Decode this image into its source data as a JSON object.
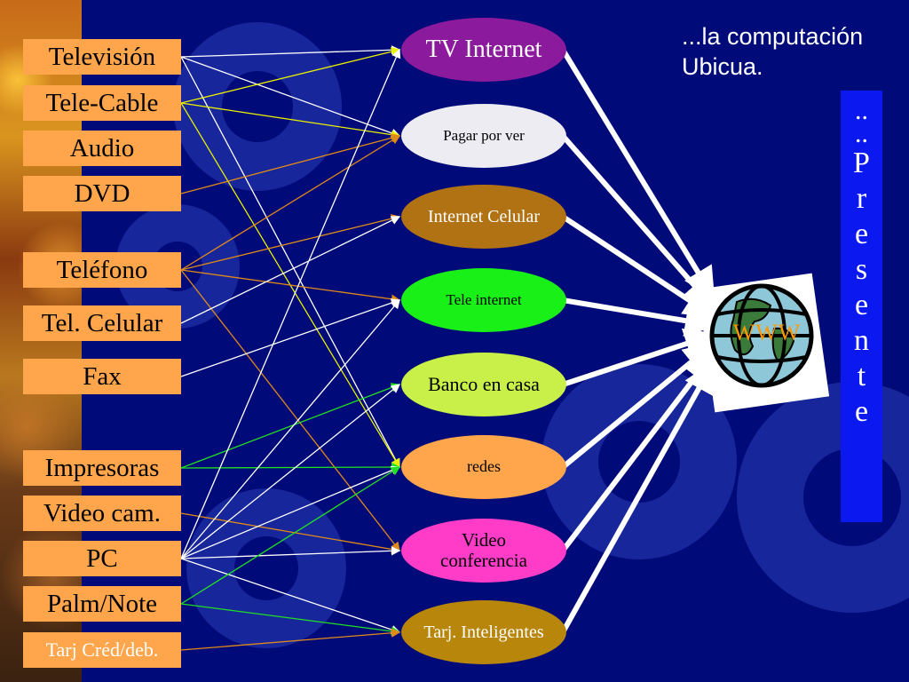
{
  "caption": {
    "line1": "...la computación",
    "line2": "Ubicua."
  },
  "presente": [
    "..",
    "..",
    "P",
    "r",
    "e",
    "s",
    "e",
    "n",
    "t",
    "e"
  ],
  "globe_label": "WWW",
  "sources": [
    {
      "id": "tv",
      "label": "Televisión"
    },
    {
      "id": "cable",
      "label": "Tele-Cable"
    },
    {
      "id": "audio",
      "label": "Audio"
    },
    {
      "id": "dvd",
      "label": "DVD"
    },
    {
      "id": "tel",
      "label": "Teléfono"
    },
    {
      "id": "cel",
      "label": "Tel. Celular"
    },
    {
      "id": "fax",
      "label": "Fax"
    },
    {
      "id": "imp",
      "label": "Impresoras"
    },
    {
      "id": "vcam",
      "label": "Video cam."
    },
    {
      "id": "pc",
      "label": "PC"
    },
    {
      "id": "palm",
      "label": "Palm/Note"
    },
    {
      "id": "tarj",
      "label": "Tarj Créd/deb."
    }
  ],
  "services": [
    {
      "id": "tvi",
      "label": "TV Internet",
      "color": "#8b1a9c",
      "text_color": "#ffffff"
    },
    {
      "id": "ppv",
      "label": "Pagar por ver",
      "color": "#ececf2",
      "text_color": "#000000"
    },
    {
      "id": "icel",
      "label": "Internet Celular",
      "color": "#b07212",
      "text_color": "#ffffff"
    },
    {
      "id": "teli",
      "label": "Tele internet",
      "color": "#18f018",
      "text_color": "#000000"
    },
    {
      "id": "banco",
      "label": "Banco en casa",
      "color": "#c8f048",
      "text_color": "#000000"
    },
    {
      "id": "redes",
      "label": "redes",
      "color": "#ffa64d",
      "text_color": "#000000"
    },
    {
      "id": "video",
      "label": "Video conferencia",
      "color": "#ff3cc8",
      "text_color": "#000000"
    },
    {
      "id": "tarji",
      "label": "Tarj. Inteligentes",
      "color": "#b8860b",
      "text_color": "#ffffff"
    }
  ],
  "connections": [
    {
      "from": "tv",
      "to": "tvi",
      "color": "#ffffff"
    },
    {
      "from": "tv",
      "to": "ppv",
      "color": "#ffffff"
    },
    {
      "from": "tv",
      "to": "redes",
      "color": "#ffffff"
    },
    {
      "from": "cable",
      "to": "tvi",
      "color": "#e8f000"
    },
    {
      "from": "cable",
      "to": "ppv",
      "color": "#e8f000"
    },
    {
      "from": "cable",
      "to": "redes",
      "color": "#e8f000"
    },
    {
      "from": "dvd",
      "to": "ppv",
      "color": "#e08a1a"
    },
    {
      "from": "tel",
      "to": "icel",
      "color": "#e08a1a"
    },
    {
      "from": "tel",
      "to": "teli",
      "color": "#e08a1a"
    },
    {
      "from": "tel",
      "to": "ppv",
      "color": "#e08a1a"
    },
    {
      "from": "tel",
      "to": "video",
      "color": "#e08a1a"
    },
    {
      "from": "cel",
      "to": "icel",
      "color": "#ffffff"
    },
    {
      "from": "fax",
      "to": "teli",
      "color": "#ffffff"
    },
    {
      "from": "imp",
      "to": "banco",
      "color": "#22e022"
    },
    {
      "from": "imp",
      "to": "redes",
      "color": "#22e022"
    },
    {
      "from": "vcam",
      "to": "video",
      "color": "#e08a1a"
    },
    {
      "from": "pc",
      "to": "tvi",
      "color": "#ffffff"
    },
    {
      "from": "pc",
      "to": "teli",
      "color": "#ffffff"
    },
    {
      "from": "pc",
      "to": "banco",
      "color": "#ffffff"
    },
    {
      "from": "pc",
      "to": "redes",
      "color": "#ffffff"
    },
    {
      "from": "pc",
      "to": "video",
      "color": "#ffffff"
    },
    {
      "from": "pc",
      "to": "tarji",
      "color": "#ffffff"
    },
    {
      "from": "palm",
      "to": "redes",
      "color": "#22e022"
    },
    {
      "from": "palm",
      "to": "tarji",
      "color": "#22e022"
    },
    {
      "from": "tarj",
      "to": "tarji",
      "color": "#e08a1a"
    }
  ],
  "colors": {
    "background": "#000a78",
    "source_box": "#ffa64d",
    "presente_bar": "#0b18f0",
    "globe_arrows": "#ffffff"
  }
}
